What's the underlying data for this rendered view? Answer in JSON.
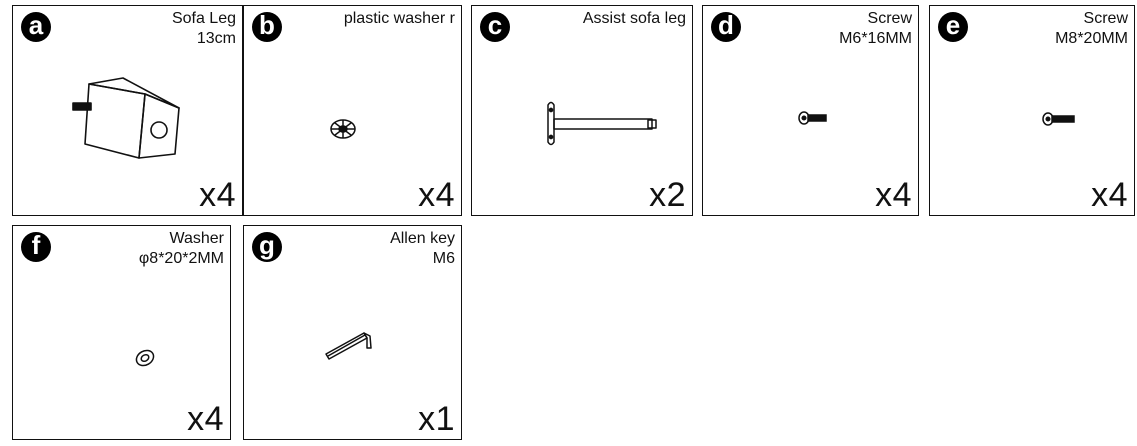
{
  "parts": [
    {
      "letter": "a",
      "name": "Sofa Leg",
      "spec": "13cm",
      "quantity": "x4",
      "icon": "sofa-leg-icon"
    },
    {
      "letter": "b",
      "name": "plastic washer r",
      "spec": "",
      "quantity": "x4",
      "icon": "plastic-washer-icon"
    },
    {
      "letter": "c",
      "name": "Assist sofa leg",
      "spec": "",
      "quantity": "x2",
      "icon": "assist-sofa-leg-icon"
    },
    {
      "letter": "d",
      "name": "Screw",
      "spec": "M6*16MM",
      "quantity": "x4",
      "icon": "screw-icon"
    },
    {
      "letter": "e",
      "name": "Screw",
      "spec": "M8*20MM",
      "quantity": "x4",
      "icon": "screw-icon"
    },
    {
      "letter": "f",
      "name": "Washer",
      "spec": "φ8*20*2MM",
      "quantity": "x4",
      "icon": "washer-icon"
    },
    {
      "letter": "g",
      "name": "Allen key",
      "spec": "M6",
      "quantity": "x1",
      "icon": "allen-key-icon"
    }
  ]
}
